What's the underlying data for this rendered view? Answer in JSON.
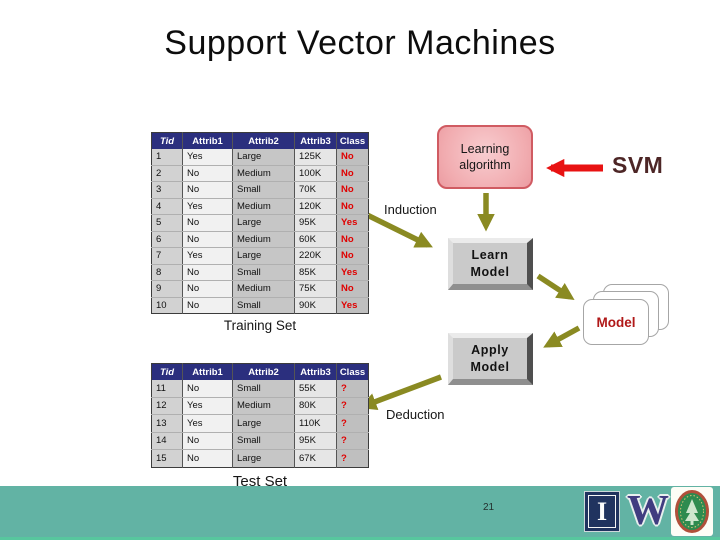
{
  "slide": {
    "title": "Support Vector Machines"
  },
  "colors": {
    "accent_olive": "#8a8a22",
    "accent_red": "#e81212",
    "table_header_bg": "#2b2f7e",
    "class_value_red": "#e00000",
    "model_text_red": "#b01818",
    "svm_text": "#4d2626",
    "learning_box_pink": "#f1abaf",
    "learning_box_border": "#d05b62",
    "footer_teal": "#62b3a4",
    "footer_edge": "#57c79e"
  },
  "diagram": {
    "learning_algorithm_label": "Learning algorithm",
    "svm_label": "SVM",
    "induction_label": "Induction",
    "deduction_label": "Deduction",
    "learn_model": {
      "line1": "Learn",
      "line2": "Model"
    },
    "apply_model": {
      "line1": "Apply",
      "line2": "Model"
    },
    "model_label": "Model"
  },
  "training_table": {
    "caption": "Training Set",
    "columns": [
      "Tid",
      "Attrib1",
      "Attrib2",
      "Attrib3",
      "Class"
    ],
    "rows": [
      [
        "1",
        "Yes",
        "Large",
        "125K",
        "No"
      ],
      [
        "2",
        "No",
        "Medium",
        "100K",
        "No"
      ],
      [
        "3",
        "No",
        "Small",
        "70K",
        "No"
      ],
      [
        "4",
        "Yes",
        "Medium",
        "120K",
        "No"
      ],
      [
        "5",
        "No",
        "Large",
        "95K",
        "Yes"
      ],
      [
        "6",
        "No",
        "Medium",
        "60K",
        "No"
      ],
      [
        "7",
        "Yes",
        "Large",
        "220K",
        "No"
      ],
      [
        "8",
        "No",
        "Small",
        "85K",
        "Yes"
      ],
      [
        "9",
        "No",
        "Medium",
        "75K",
        "No"
      ],
      [
        "10",
        "No",
        "Small",
        "90K",
        "Yes"
      ]
    ]
  },
  "test_table": {
    "caption": "Test Set",
    "columns": [
      "Tid",
      "Attrib1",
      "Attrib2",
      "Attrib3",
      "Class"
    ],
    "rows": [
      [
        "11",
        "No",
        "Small",
        "55K",
        "?"
      ],
      [
        "12",
        "Yes",
        "Medium",
        "80K",
        "?"
      ],
      [
        "13",
        "Yes",
        "Large",
        "110K",
        "?"
      ],
      [
        "14",
        "No",
        "Small",
        "95K",
        "?"
      ],
      [
        "15",
        "No",
        "Large",
        "67K",
        "?"
      ]
    ]
  },
  "footer": {
    "page_number": "21",
    "illinois_letter": "I",
    "w_letter": "W",
    "logos": [
      "illinois-block-i-logo",
      "washington-w-logo",
      "green-seal-logo"
    ]
  }
}
